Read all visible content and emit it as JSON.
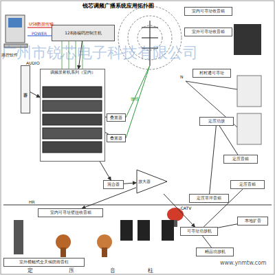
{
  "diagram": {
    "title": "锐芯调频广播系统应用拓扑图",
    "nodes": [
      {
        "text": [
          "128路编码控制主机"
        ]
      },
      {
        "text": [
          "音源"
        ]
      },
      {
        "text": [
          "调频发射机系列（室内）"
        ]
      },
      {
        "text": [
          "叠置器"
        ]
      },
      {
        "text": [
          "叠置器"
        ]
      },
      {
        "text": [
          "混合器"
        ]
      },
      {
        "text": [
          "放大器"
        ]
      },
      {
        "text": [
          "室内可寻址收音箱"
        ]
      },
      {
        "text": [
          "室外可寻址收音箱"
        ]
      },
      {
        "text": [
          "村村通可寻址"
        ]
      },
      {
        "text": [
          "定压功放"
        ]
      },
      {
        "text": [
          "定压音箱"
        ]
      },
      {
        "text": [
          "定压草坪音箱"
        ]
      },
      {
        "text": [
          "室内可寻址壁挂收音箱"
        ]
      },
      {
        "text": [
          "室外横幅式全天候防雨音柱"
        ]
      },
      {
        "text": [
          "可寻址功放机"
        ]
      },
      {
        "text": [
          "定压音箱"
        ]
      },
      {
        "text": [
          "本地扩音"
        ]
      },
      {
        "text": [
          "精品功放机"
        ]
      }
    ],
    "edges": [
      {
        "from": 0,
        "to": 2,
        "arrow": "to"
      },
      {
        "from": 1,
        "to": 2,
        "arrow": "to"
      },
      {
        "from": 2,
        "to": 3,
        "arrow": "none"
      },
      {
        "from": 2,
        "to": 4,
        "arrow": "none"
      },
      {
        "from": 2,
        "to": 5,
        "arrow": "to"
      },
      {
        "from": 5,
        "to": 6,
        "arrow": "to"
      },
      {
        "from": 6,
        "to": 15,
        "label": "CATV",
        "arrow": "to"
      },
      {
        "from": 6,
        "to": 13,
        "arrow": "to"
      },
      {
        "from": 10,
        "to": 11,
        "arrow": "none"
      },
      {
        "from": 10,
        "to": 12,
        "arrow": "none"
      },
      {
        "from": 15,
        "to": 16,
        "arrow": "none"
      },
      {
        "from": 15,
        "to": 17,
        "arrow": "none"
      },
      {
        "from": 15,
        "to": 18,
        "arrow": "none"
      }
    ],
    "labels": [
      "USB数据传输",
      "POWER",
      "播控软件",
      "AUDIO",
      "馈线",
      "N",
      "HR",
      "定",
      "压",
      "音",
      "柱",
      "广州市锐芯电子科技有限公司",
      "www.ynmtw.com"
    ]
  }
}
